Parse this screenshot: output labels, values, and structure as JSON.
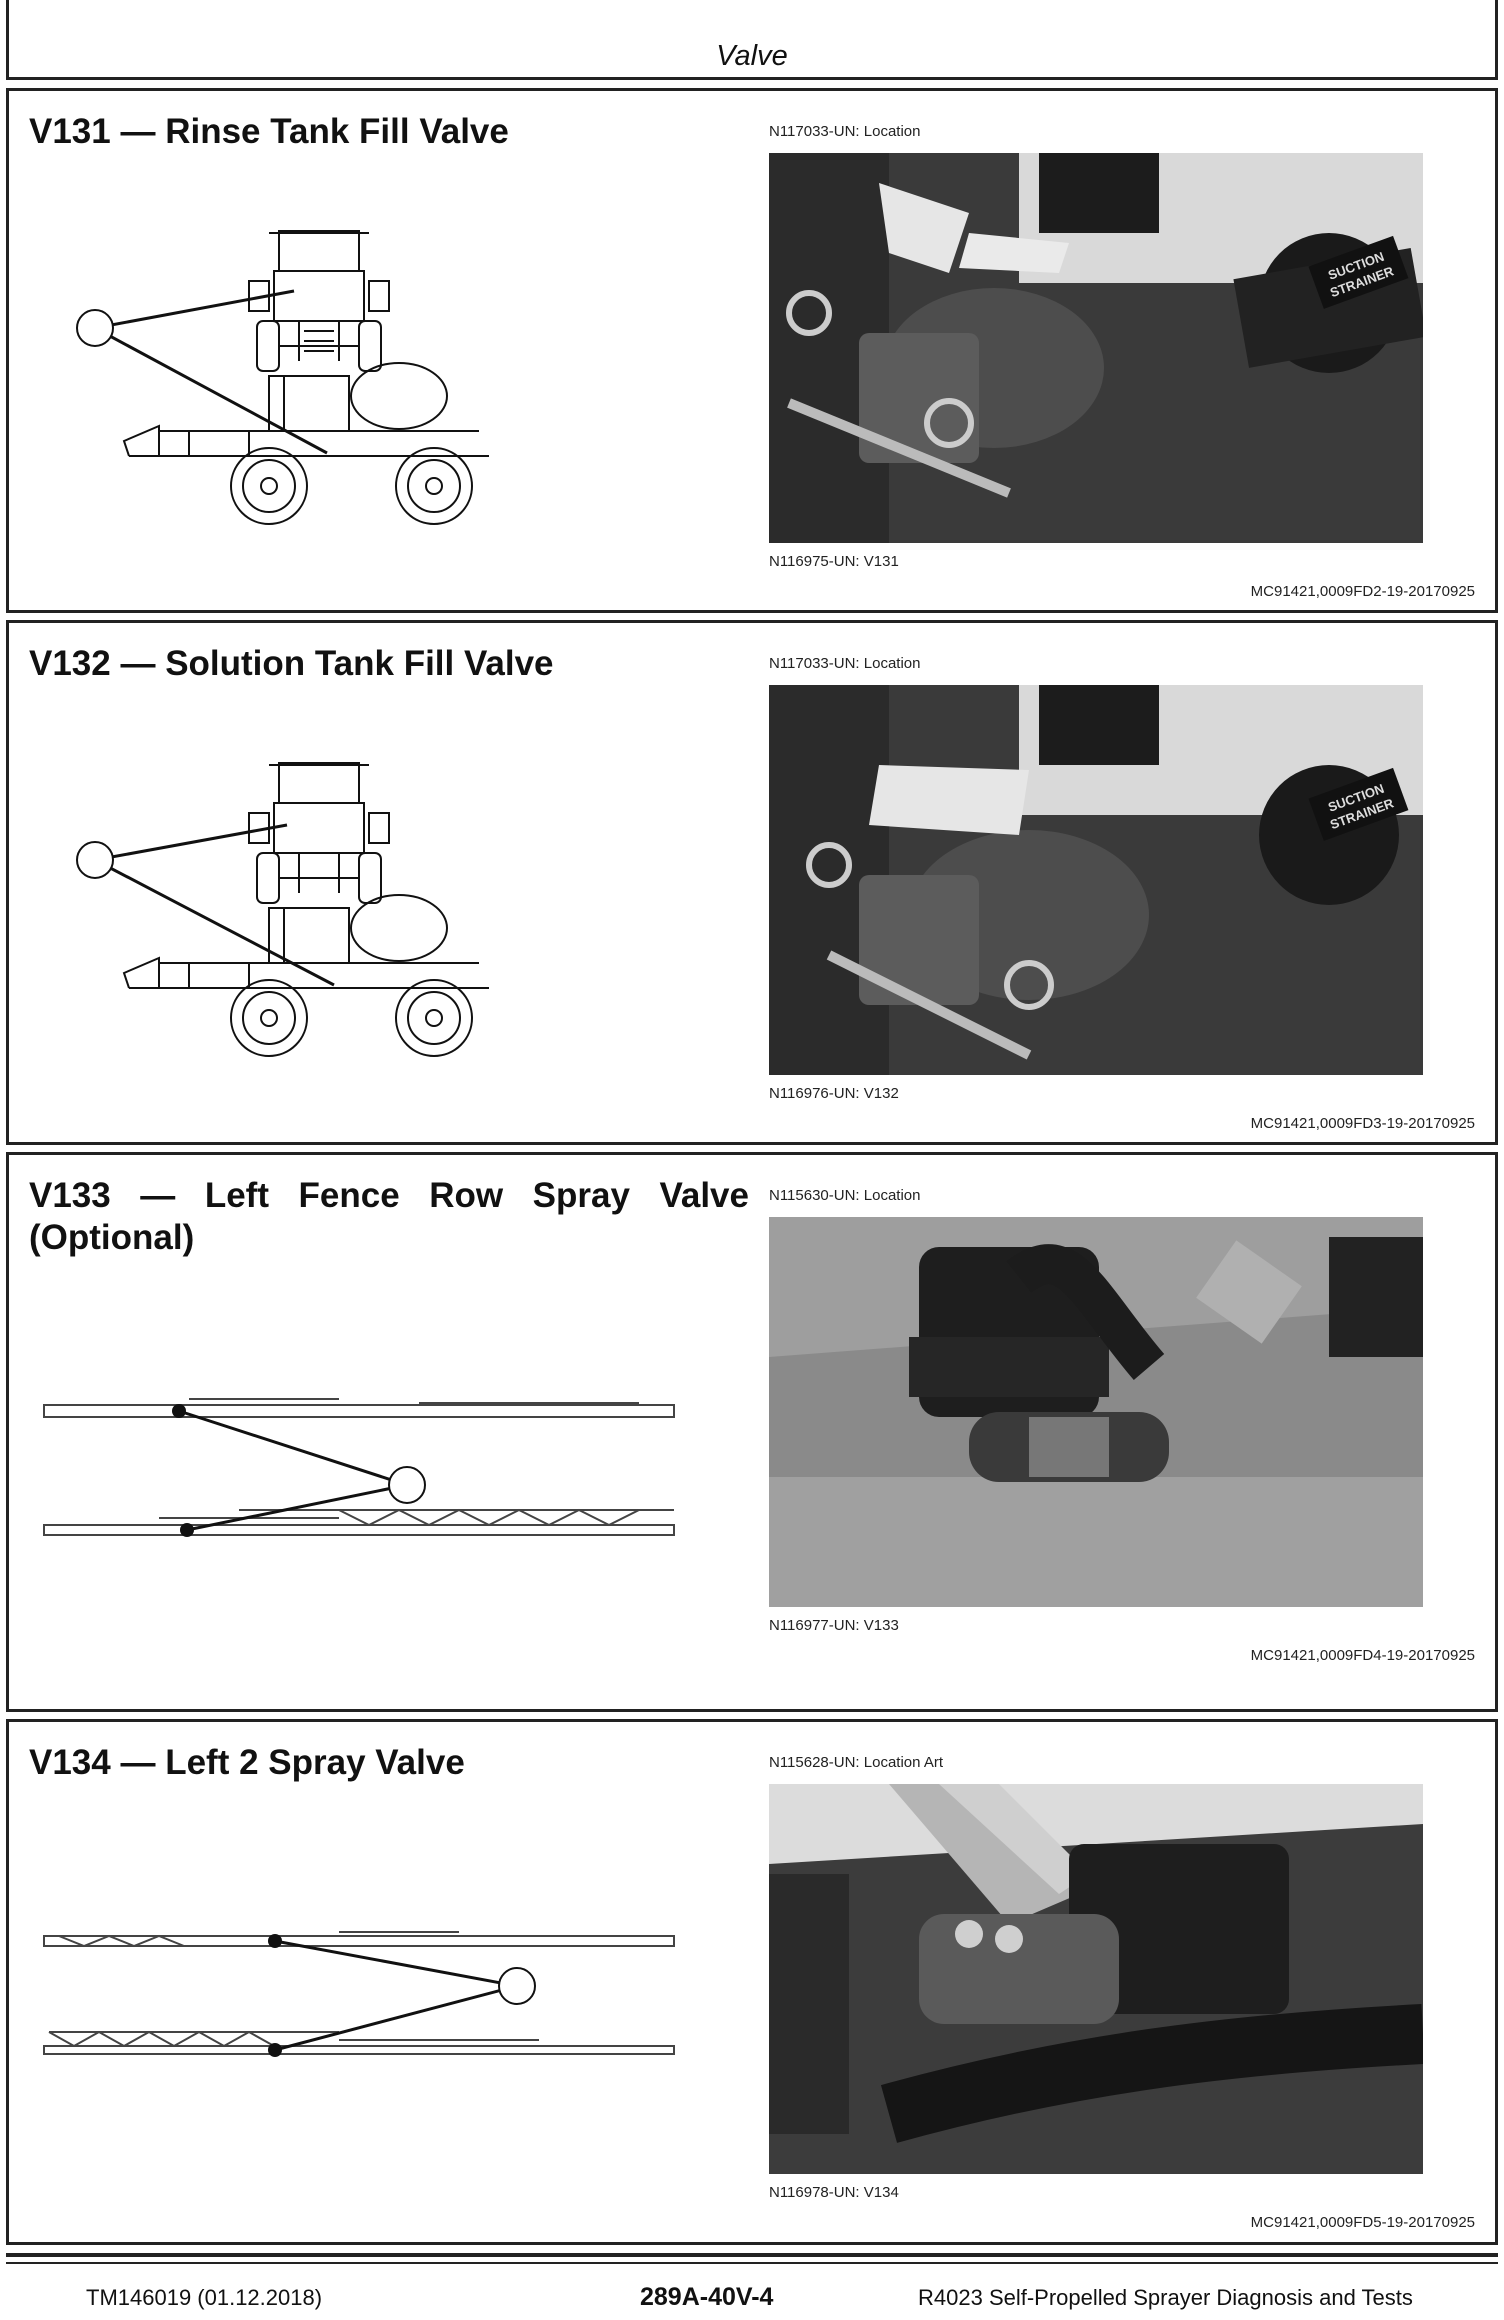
{
  "header": {
    "title": "Valve"
  },
  "sections": [
    {
      "title": "V131 — Rinse Tank Fill Valve",
      "location_caption": "N117033-UN: Location",
      "photo_caption": "N116975-UN: V131",
      "reference": "MC91421,0009FD2-19-20170925",
      "photo_labels": [
        "SUCTION",
        "STRAINER"
      ]
    },
    {
      "title": "V132 — Solution Tank Fill Valve",
      "location_caption": "N117033-UN: Location",
      "photo_caption": "N116976-UN: V132",
      "reference": "MC91421,0009FD3-19-20170925",
      "photo_labels": [
        "SUCTION",
        "STRAINER"
      ]
    },
    {
      "title": "V133 — Left Fence Row Spray Valve (Optional)",
      "location_caption": "N115630-UN: Location",
      "photo_caption": "N116977-UN: V133",
      "reference": "MC91421,0009FD4-19-20170925"
    },
    {
      "title": "V134 — Left 2 Spray Valve",
      "location_caption": "N115628-UN: Location Art",
      "photo_caption": "N116978-UN: V134",
      "reference": "MC91421,0009FD5-19-20170925"
    }
  ],
  "footer": {
    "doc_id": "TM146019 (01.12.2018)",
    "page": "289A-40V-4",
    "manual_title": "R4023 Self-Propelled Sprayer Diagnosis and Tests"
  }
}
